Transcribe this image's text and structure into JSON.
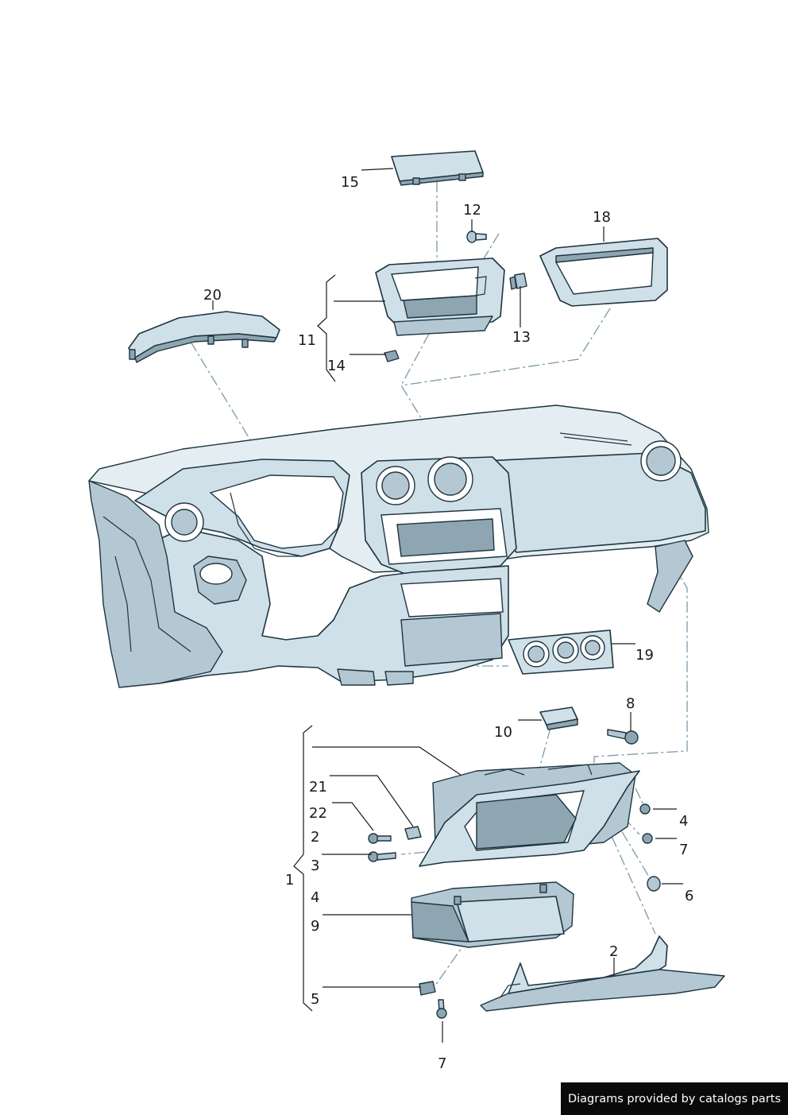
{
  "callouts": {
    "c1": "1",
    "c2a": "2",
    "c2b": "2",
    "c3": "3",
    "c4a": "4",
    "c4b": "4",
    "c5": "5",
    "c6": "6",
    "c7a": "7",
    "c7b": "7",
    "c8": "8",
    "c9": "9",
    "c10": "10",
    "c11": "11",
    "c12": "12",
    "c13": "13",
    "c14": "14",
    "c15": "15",
    "c18": "18",
    "c19": "19",
    "c20": "20",
    "c21": "21",
    "c22": "22"
  },
  "credit": "Diagrams provided by catalogs parts",
  "colors": {
    "part_fill": "#cfe0e8",
    "part_outline": "#1e3440",
    "dash_line": "#7a9aaa",
    "credit_background": "#0a0a0a"
  }
}
